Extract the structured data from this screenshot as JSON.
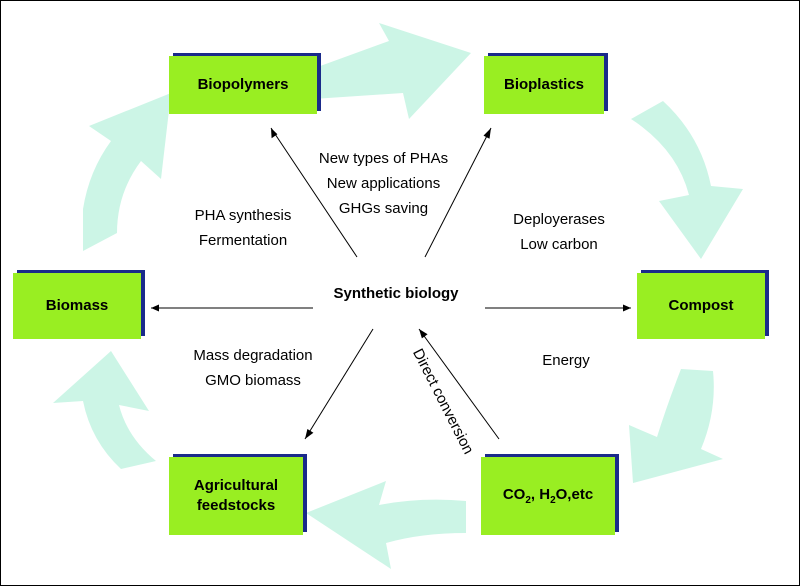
{
  "nodes": {
    "biopolymers": "Biopolymers",
    "bioplastics": "Bioplastics",
    "biomass": "Biomass",
    "compost": "Compost",
    "agricultural": [
      "Agricultural",
      "feedstocks"
    ],
    "co2": {
      "co": "CO",
      "sub2": "2",
      "sep": ", H",
      "h2": "2",
      "rest": "O,etc"
    }
  },
  "center": "Synthetic biology",
  "labels": {
    "top": [
      "New types of PHAs",
      "New applications",
      "GHGs saving"
    ],
    "upper_left": [
      "PHA synthesis",
      "Fermentation"
    ],
    "upper_right": [
      "Deployerases",
      "Low carbon"
    ],
    "lower_left": [
      "Mass degradation",
      "GMO biomass"
    ],
    "lower_right": [
      "Energy"
    ],
    "direct": "Direct conversion"
  },
  "colors": {
    "node_fill": "#99ee22",
    "node_shadow": "#1a2a8a",
    "cycle_arrow": "#ccf5e6"
  }
}
